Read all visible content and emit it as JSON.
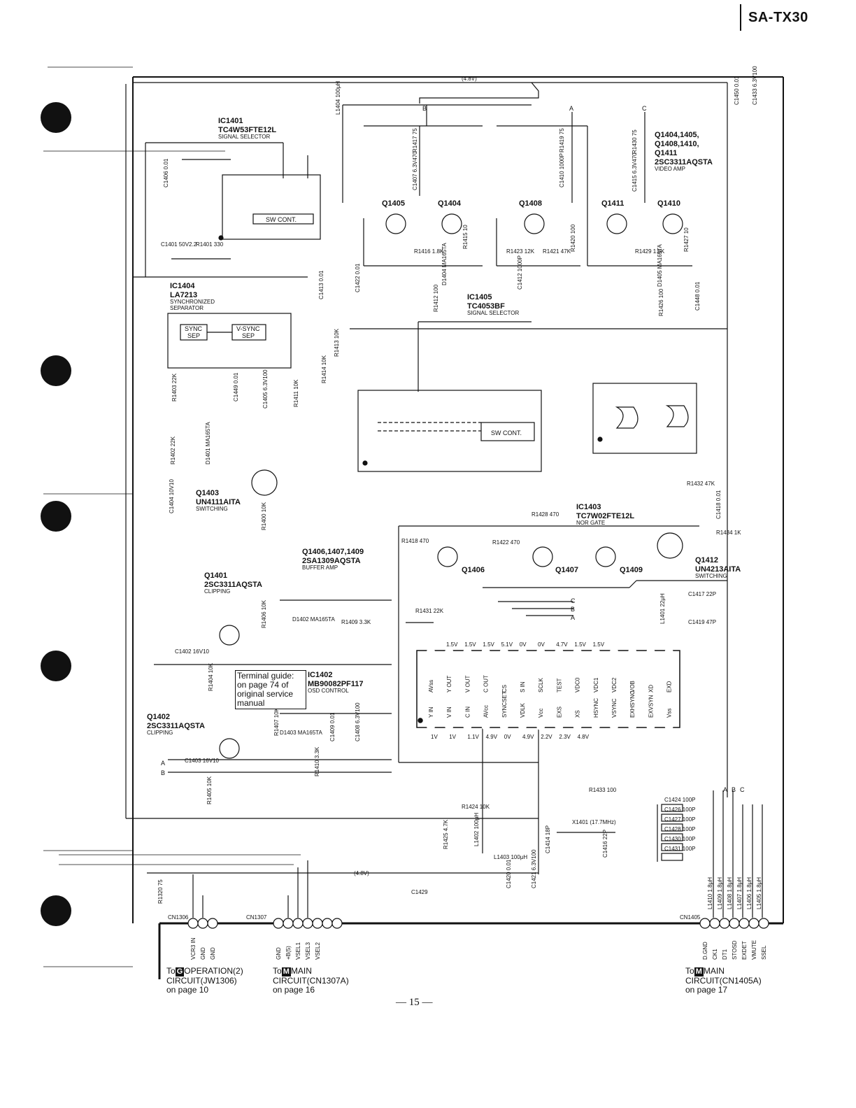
{
  "header": {
    "model": "SA-TX30"
  },
  "page_number": "— 15 —",
  "ics": {
    "ic1401": {
      "ref": "IC1401",
      "part": "TC4W53FTE12L",
      "func": "SIGNAL SELECTOR"
    },
    "ic1404": {
      "ref": "IC1404",
      "part": "LA7213",
      "func1": "SYNCHRONIZED",
      "func2": "SEPARATOR"
    },
    "ic1405": {
      "ref": "IC1405",
      "part": "TC4053BF",
      "func": "SIGNAL SELECTOR"
    },
    "ic1403": {
      "ref": "IC1403",
      "part": "TC7W02FTE12L",
      "func": "NOR GATE"
    },
    "ic1402": {
      "ref": "IC1402",
      "part": "MB90082PF117",
      "func": "OSD CONTROL"
    }
  },
  "transistor_groups": {
    "video_amp": {
      "refs1": "Q1404,1405,",
      "refs2": "Q1408,1410,",
      "refs3": "Q1411",
      "part": "2SC3311AQSTA",
      "func": "VIDEO AMP"
    },
    "buffer_amp": {
      "refs": "Q1406,1407,1409",
      "part": "2SA1309AQSTA",
      "func": "BUFFER AMP"
    },
    "q1401": {
      "ref": "Q1401",
      "part": "2SC3311AQSTA",
      "func": "CLIPPING"
    },
    "q1402": {
      "ref": "Q1402",
      "part": "2SC3311AQSTA",
      "func": "CLIPPING"
    },
    "q1403": {
      "ref": "Q1403",
      "part": "UN4111AITA",
      "func": "SWITCHING"
    },
    "q1412": {
      "ref": "Q1412",
      "part": "UN4213AITA",
      "func": "SWITCHING"
    }
  },
  "transistor_labels": [
    "Q1405",
    "Q1404",
    "Q1408",
    "Q1411",
    "Q1410",
    "Q1406",
    "Q1407",
    "Q1409"
  ],
  "sw_cont": "SW CONT.",
  "sync_sep": [
    "SYNC",
    "SEP"
  ],
  "vsync_sep": [
    "V-SYNC",
    "SEP"
  ],
  "supply_label": "(4.8V)",
  "terminal_guide": [
    "Terminal guide:",
    "on page 74 of",
    "original service",
    "manual"
  ],
  "ic1402_pins_top": [
    "AVss",
    "Y OUT",
    "V OUT",
    "C OUT",
    "CS",
    "S IN",
    "SCLK",
    "TEST",
    "VDC0",
    "VDC1",
    "VDC2",
    "VOB",
    "XD",
    "EXD"
  ],
  "ic1402_pins_bottom": [
    "Y IN",
    "V IN",
    "C IN",
    "AVcc",
    "SYNCSET",
    "VDLK",
    "Vcc",
    "EXS",
    "XS",
    "HSYNC",
    "VSYNC",
    "EXHSYNC",
    "EXVSYN",
    "Vss"
  ],
  "ic1402_voltages_top": [
    "1.5V",
    "1.5V",
    "1.5V",
    "5.1V",
    "0V",
    "0V",
    "4.7V",
    "1.5V",
    "1.5V"
  ],
  "ic1402_voltages_bottom": [
    "1V",
    "1V",
    "1.1V",
    "4.9V",
    "0V",
    "4.9V",
    "2.2V",
    "2.3V",
    "4.8V"
  ],
  "components": [
    "C1406 0.01",
    "C1401 50V2.2",
    "R1401 330",
    "L1404 100μH",
    "R1417 75",
    "C1407 6.3V470",
    "R1419 75",
    "C1410 1000P",
    "R1430 75",
    "C1415 6.3V470",
    "C1450 0.01",
    "C1433 6.3V100",
    "R1416 1.8K",
    "R1415 10",
    "C1422 0.01",
    "R1412 100",
    "D1404 MA165TA",
    "R1423 12K",
    "R1421 47K",
    "R1420 100",
    "C1412 1000P",
    "R1429 1.8K",
    "R1427 10",
    "D1405 MA165TA",
    "R1426 100",
    "C1448 0.01",
    "C1413 0.01",
    "R1413 10K",
    "R1414 10K",
    "R1403 22K",
    "C1449 0.01",
    "C1405 6.3V100",
    "R1411 10K",
    "R1402 22K",
    "D1401 MA165TA",
    "C1404 10V10",
    "R1400 10K",
    "R1432 47K",
    "C1418 0.01",
    "R1434 1K",
    "R1428 470",
    "R1418 470",
    "R1422 470",
    "R1431 22K",
    "C1417 22P",
    "L1401 22μH",
    "C1419 47P",
    "R1406 10K",
    "D1402 MA165TA",
    "R1409 3.3K",
    "C1402 16V10",
    "R1404 10K",
    "R1407 10K",
    "D1403 MA165TA",
    "C1409 0.01",
    "C1408 6.3V100",
    "R1410 3.3K",
    "C1403 16V10",
    "R1405 10K",
    "R1424 10K",
    "R1425 4.7K",
    "L1402 100μH",
    "L1403 100μH",
    "C1414 18P",
    "R1433 100",
    "X1401 (17.7MHz)",
    "C1416 22P",
    "C1420 0.01",
    "C1421 6.3V100",
    "C1429",
    "R1320 75",
    "C1424 100P",
    "C1426 100P",
    "C1427 100P",
    "C1428 100P",
    "C1430 100P",
    "C1431 100P",
    "L1410 1.8μH",
    "L1409 1.8μH",
    "L1408 1.8μH",
    "L1407 1.8μH",
    "L1406 1.8μH",
    "L1405 1.8μH"
  ],
  "connectors": {
    "cn1306": {
      "ref": "CN1306",
      "pins": [
        "VCR3 IN",
        "GND",
        "GND"
      ],
      "to_prefix": "To",
      "to_box": "G",
      "to1": "OPERATION(2)",
      "to2": "CIRCUIT(JW1306)",
      "to3": "on page 10"
    },
    "cn1307": {
      "ref": "CN1307",
      "pins": [
        "GND",
        "+B(5)",
        "VSEL1",
        "VSEL3",
        "VSEL2"
      ],
      "to_prefix": "To",
      "to_box": "M",
      "to1": "MAIN",
      "to2": "CIRCUIT(CN1307A)",
      "to3": "on page 16"
    },
    "cn1405": {
      "ref": "CN1405",
      "pins": [
        "D.GND",
        "CK1",
        "DT1",
        "STOSD",
        "EXDET",
        "VMUTE",
        "SSEL"
      ],
      "to_prefix": "To",
      "to_box": "M",
      "to1": "MAIN",
      "to2": "CIRCUIT(CN1405A)",
      "to3": "on page 17"
    }
  },
  "bus_letters": [
    "A",
    "B",
    "C"
  ]
}
